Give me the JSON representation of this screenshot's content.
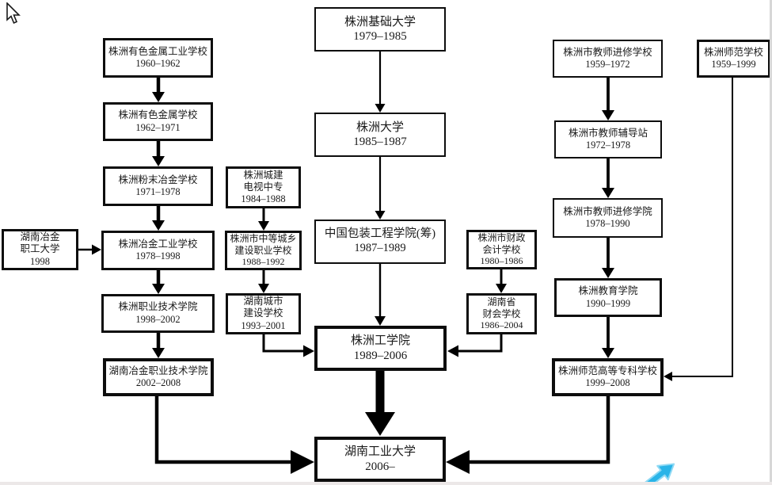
{
  "diagram": {
    "description": "Institutional history flowchart of Hunan University of Technology",
    "line_color": "#000000",
    "box_background": "#ffffff",
    "watermark_arrow_color": "#29b4e8",
    "nodes": [
      {
        "id": "zhuzhou-jichu-daxue",
        "lines": [
          "株洲基础大学"
        ],
        "years": "1979–1985"
      },
      {
        "id": "zhuzhou-daxue",
        "lines": [
          "株洲大学"
        ],
        "years": "1985–1987"
      },
      {
        "id": "zhongguo-baozhuang",
        "lines": [
          "中国包装工程学院(筹)"
        ],
        "years": "1987–1989"
      },
      {
        "id": "zhuzhou-gongxueyuan",
        "lines": [
          "株洲工学院"
        ],
        "years": "1989–2006"
      },
      {
        "id": "hunan-gongye-daxue",
        "lines": [
          "湖南工业大学"
        ],
        "years": "2006–"
      },
      {
        "id": "youse-jinshu-gongye",
        "lines": [
          "株洲有色金属工业学校"
        ],
        "years": "1960–1962"
      },
      {
        "id": "youse-jinshu",
        "lines": [
          "株洲有色金属学校"
        ],
        "years": "1962–1971"
      },
      {
        "id": "fenmo-yejin",
        "lines": [
          "株洲粉末冶金学校"
        ],
        "years": "1971–1978"
      },
      {
        "id": "yejin-gongye",
        "lines": [
          "株洲冶金工业学校"
        ],
        "years": "1978–1998"
      },
      {
        "id": "zhiye-jishu",
        "lines": [
          "株洲职业技术学院"
        ],
        "years": "1998–2002"
      },
      {
        "id": "yejin-zhiye-jishu",
        "lines": [
          "湖南冶金职业技术学院"
        ],
        "years": "2002–2008"
      },
      {
        "id": "yejin-zhigong-daxue",
        "lines": [
          "湖南冶金",
          "职工大学"
        ],
        "years": "1998"
      },
      {
        "id": "chengjian-dianshi",
        "lines": [
          "株洲城建",
          "电视中专"
        ],
        "years": "1984–1988"
      },
      {
        "id": "zhongdeng-chengxiang",
        "lines": [
          "株洲市中等城乡",
          "建设职业学校"
        ],
        "years": "1988–1992"
      },
      {
        "id": "hunan-chengshi-jianshe",
        "lines": [
          "湖南城市",
          "建设学校"
        ],
        "years": "1993–2001"
      },
      {
        "id": "caizheng-kuaiji",
        "lines": [
          "株洲市财政",
          "会计学校"
        ],
        "years": "1980–1986"
      },
      {
        "id": "hunan-caikuai",
        "lines": [
          "湖南省",
          "财会学校"
        ],
        "years": "1986–2004"
      },
      {
        "id": "jiaoshi-jinxiu-xuexiao",
        "lines": [
          "株洲市教师进修学校"
        ],
        "years": "1959–1972"
      },
      {
        "id": "jiaoshi-fudaozhan",
        "lines": [
          "株洲市教师辅导站"
        ],
        "years": "1972–1978"
      },
      {
        "id": "jiaoshi-jinxiu-xueyuan",
        "lines": [
          "株洲市教师进修学院"
        ],
        "years": "1978–1990"
      },
      {
        "id": "jiaoyu-xueyuan",
        "lines": [
          "株洲教育学院"
        ],
        "years": "1990–1999"
      },
      {
        "id": "shifan-gaodeng-zhuanke",
        "lines": [
          "株洲师范高等专科学校"
        ],
        "years": "1999–2008"
      },
      {
        "id": "shifan-xuexiao",
        "lines": [
          "株洲师范学校"
        ],
        "years": "1959–1999"
      }
    ],
    "edges": [
      {
        "from": "zhuzhou-jichu-daxue",
        "to": "zhuzhou-daxue"
      },
      {
        "from": "zhuzhou-daxue",
        "to": "zhongguo-baozhuang"
      },
      {
        "from": "zhongguo-baozhuang",
        "to": "zhuzhou-gongxueyuan"
      },
      {
        "from": "zhuzhou-gongxueyuan",
        "to": "hunan-gongye-daxue"
      },
      {
        "from": "youse-jinshu-gongye",
        "to": "youse-jinshu"
      },
      {
        "from": "youse-jinshu",
        "to": "fenmo-yejin"
      },
      {
        "from": "fenmo-yejin",
        "to": "yejin-gongye"
      },
      {
        "from": "yejin-gongye",
        "to": "zhiye-jishu"
      },
      {
        "from": "zhiye-jishu",
        "to": "yejin-zhiye-jishu"
      },
      {
        "from": "yejin-zhigong-daxue",
        "to": "yejin-gongye"
      },
      {
        "from": "yejin-zhiye-jishu",
        "to": "hunan-gongye-daxue"
      },
      {
        "from": "chengjian-dianshi",
        "to": "zhongdeng-chengxiang"
      },
      {
        "from": "zhongdeng-chengxiang",
        "to": "hunan-chengshi-jianshe"
      },
      {
        "from": "hunan-chengshi-jianshe",
        "to": "zhuzhou-gongxueyuan"
      },
      {
        "from": "caizheng-kuaiji",
        "to": "hunan-caikuai"
      },
      {
        "from": "hunan-caikuai",
        "to": "zhuzhou-gongxueyuan"
      },
      {
        "from": "jiaoshi-jinxiu-xuexiao",
        "to": "jiaoshi-fudaozhan"
      },
      {
        "from": "jiaoshi-fudaozhan",
        "to": "jiaoshi-jinxiu-xueyuan"
      },
      {
        "from": "jiaoshi-jinxiu-xueyuan",
        "to": "jiaoyu-xueyuan"
      },
      {
        "from": "jiaoyu-xueyuan",
        "to": "shifan-gaodeng-zhuanke"
      },
      {
        "from": "shifan-xuexiao",
        "to": "shifan-gaodeng-zhuanke"
      },
      {
        "from": "shifan-gaodeng-zhuanke",
        "to": "hunan-gongye-daxue"
      }
    ],
    "icons": {
      "cursor": "mouse-pointer-icon",
      "watermark": "diagonal-arrow-icon"
    }
  }
}
